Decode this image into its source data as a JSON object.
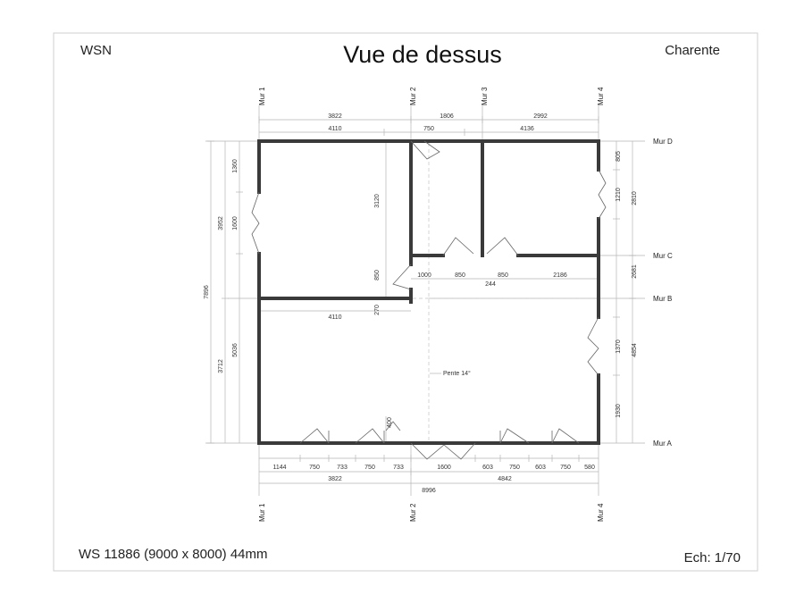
{
  "header": {
    "left": "WSN",
    "title": "Vue de dessus",
    "right": "Charente"
  },
  "footer": {
    "model": "WS 11886 (9000 x 8000) 44mm",
    "scale": "Ech: 1/70"
  },
  "walls": {
    "vertical": [
      "Mur 1",
      "Mur 2",
      "Mur 3",
      "Mur 4"
    ],
    "horizontal": [
      "Mur D",
      "Mur C",
      "Mur B",
      "Mur A"
    ]
  },
  "annotation": "Pente 14°",
  "dimensions": {
    "top_row1": [
      "3822",
      "1806",
      "2992"
    ],
    "top_row2": [
      "4110",
      "750",
      "4136"
    ],
    "left_outer": "7896",
    "left_mid": [
      "3952",
      "3712"
    ],
    "left_inner": [
      "1360",
      "1600",
      "5036"
    ],
    "inner_vertical": [
      "3120",
      "850",
      "270",
      "400"
    ],
    "inner_horizontal": [
      "1000",
      "850",
      "850",
      "2186",
      "244",
      "4110"
    ],
    "right_inner": [
      "805",
      "1210",
      "1370",
      "1930"
    ],
    "right_outer": [
      "2810",
      "2681",
      "4854"
    ],
    "bottom_row1": [
      "1144",
      "750",
      "733",
      "750",
      "733",
      "1600",
      "603",
      "750",
      "603",
      "750",
      "580"
    ],
    "bottom_row2": [
      "3822",
      "4842"
    ],
    "bottom_row3": "8996"
  }
}
